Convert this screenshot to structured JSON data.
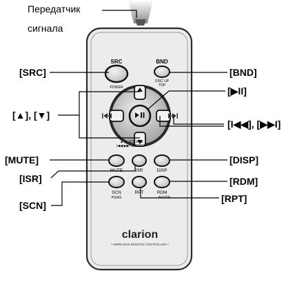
{
  "caption": {
    "line1": "Передатчик",
    "line2": "сигнала"
  },
  "callouts": {
    "src": "[SRC]",
    "bnd": "[BND]",
    "play_pause": "[▶II]",
    "up_down": "[▲], [▼]",
    "prev_next": "[I◀◀], [▶▶I]",
    "mute": "[MUTE]",
    "disp": "[DISP]",
    "isr": "[ISR]",
    "rdm": "[RDM]",
    "scn": "[SCN]",
    "rpt": "[RPT]"
  },
  "remote": {
    "src_label": "SRC",
    "power_label": "POWER",
    "bnd_label": "BND",
    "disc_up_label": "DISC UP",
    "top_label": "TOP",
    "volume_label": "▲ ▼ VOLUME",
    "search_label": "I◀◀ ▶▶I SEARCH",
    "mute_label": "MUTE",
    "isr_label": "ISR",
    "disp_label": "DISP",
    "scn_label": "SCN",
    "psas_label": "PS/AS",
    "rpt_label": "RPT",
    "rdm_label": "RDM",
    "avtr_label": "AV/VTR",
    "brand": "clarion",
    "model": "• WIRELESS REMOTE CONTROLLER •"
  }
}
